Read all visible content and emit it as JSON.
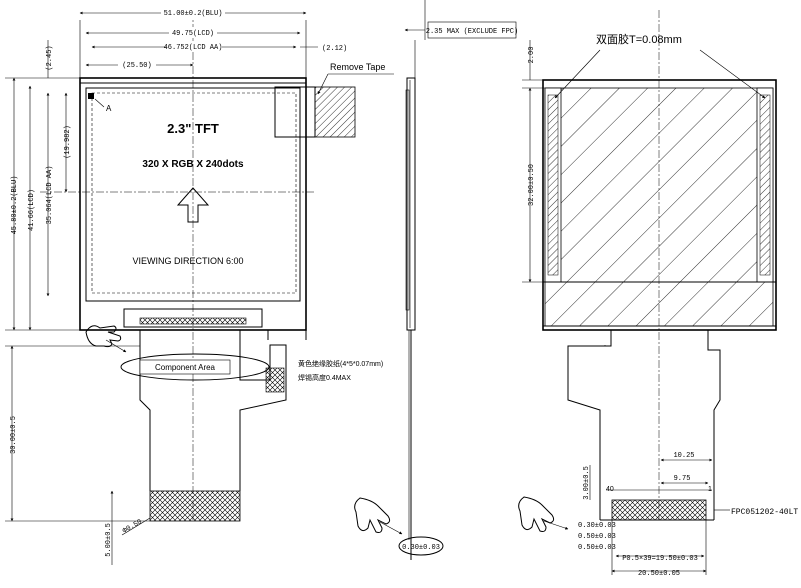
{
  "front": {
    "dims": {
      "outline_width": "51.00±0.2(BLU)",
      "lcd_width": "49.75(LCD)",
      "aa_width": "46.752(LCD AA)",
      "offset_x": "(25.50)",
      "top_gap": "(2.45)",
      "right_gap": "(2.12)",
      "half_height": "(19.982)",
      "outline_height": "45.80±0.2(BLU)",
      "lcd_height": "41.66(LCD)",
      "aa_height": "35.064(LCD AA)",
      "fpc_length": "30.00±0.5",
      "fpc_tail": "5.00±0.5",
      "hole": "Φ0.50"
    },
    "remove_tape": "Remove Tape",
    "pin_a": "A",
    "title": "2.3\" TFT",
    "resolution": "320 X RGB X 240dots",
    "viewing": "VIEWING DIRECTION 6:00",
    "component_area": "Component Area",
    "note_line1": "黄色绝缘胶纸(4*5*0.07mm)",
    "note_line2": "焊锡高度0.4MAX"
  },
  "side": {
    "thickness": "2.35 MAX (EXCLUDE FPC)",
    "fpc_thickness": "0.30±0.03"
  },
  "back": {
    "tape_label": "双面胶T=0.08mm",
    "top_gap": "2.00",
    "height": "32.00±0.50",
    "dim_10_25": "10.25",
    "dim_9_75": "9.75",
    "gold_length": "3.00±0.5",
    "pin_40": "40",
    "pin_1": "1",
    "fpc_part": "FPC051202-40LT",
    "d1": "0.30±0.03",
    "d2": "0.50±0.03",
    "d3": "0.50±0.03",
    "pitch": "P0.5×39=19.50±0.03",
    "total": "20.50±0.05"
  }
}
